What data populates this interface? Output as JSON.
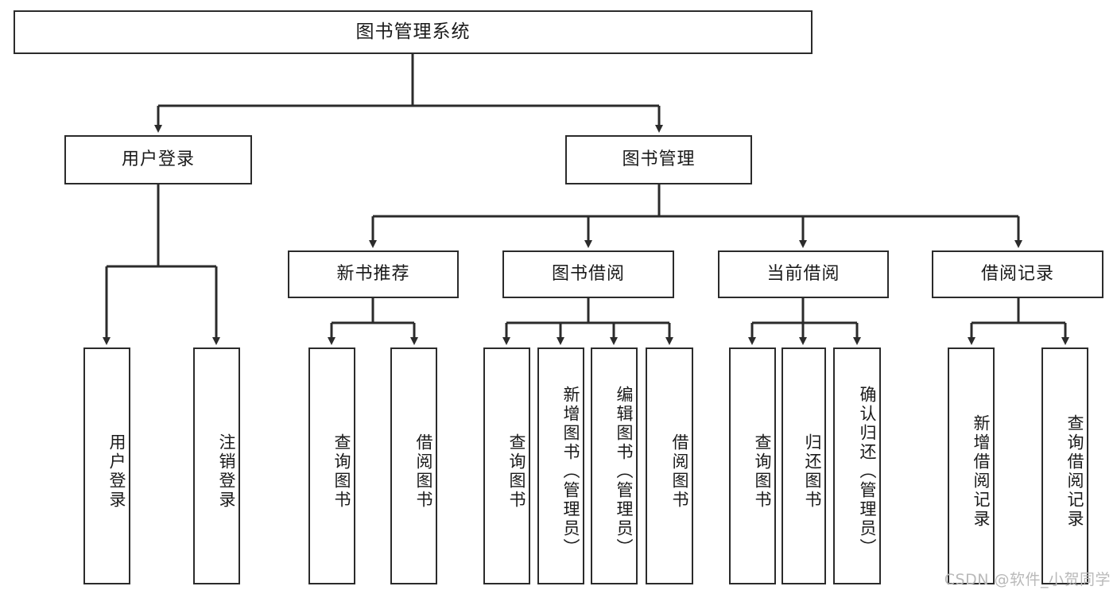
{
  "diagram": {
    "title": "图书管理系统",
    "root": {
      "label": "图书管理系统"
    },
    "level2": [
      {
        "label": "用户登录"
      },
      {
        "label": "图书管理"
      }
    ],
    "level3": [
      {
        "label": "新书推荐"
      },
      {
        "label": "图书借阅"
      },
      {
        "label": "当前借阅"
      },
      {
        "label": "借阅记录"
      }
    ],
    "leaves": {
      "user_login": [
        {
          "label": "用户登录"
        },
        {
          "label": "注销登录"
        }
      ],
      "new_book": [
        {
          "label": "查询图书"
        },
        {
          "label": "借阅图书"
        }
      ],
      "book_borrow": [
        {
          "label": "查询图书"
        },
        {
          "label": "新增图书（管理员）"
        },
        {
          "label": "编辑图书（管理员）"
        },
        {
          "label": "借阅图书"
        }
      ],
      "current_borrow": [
        {
          "label": "查询图书"
        },
        {
          "label": "归还图书"
        },
        {
          "label": "确认归还（管理员）"
        }
      ],
      "borrow_record": [
        {
          "label": "新增借阅记录"
        },
        {
          "label": "查询借阅记录"
        }
      ]
    }
  },
  "watermark": {
    "text": "CSDN @软件_小贺同学"
  },
  "colors": {
    "stroke": "#2b2b2b",
    "fill": "#ffffff",
    "text": "#1a1a1a",
    "watermark": "#b9b9b9"
  }
}
